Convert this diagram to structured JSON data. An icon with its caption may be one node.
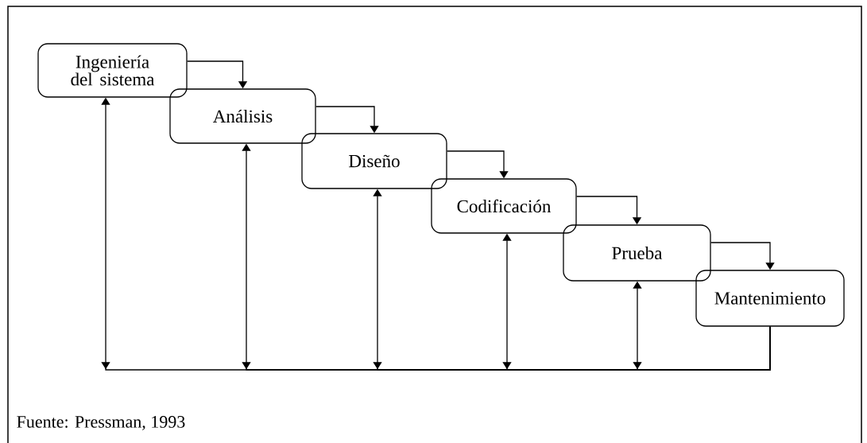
{
  "diagram": {
    "caption": "Fuente: Pressman, 1993",
    "nodes": [
      {
        "text": [
          "Ingeniería del sistema"
        ]
      },
      {
        "text": [
          "Análisis"
        ]
      },
      {
        "text": [
          "Diseño"
        ]
      },
      {
        "text": [
          "Codificación"
        ]
      },
      {
        "text": [
          "Prueba"
        ]
      },
      {
        "text": [
          "Mantenimiento"
        ]
      }
    ],
    "edges": [
      {
        "from": 0,
        "to": 1,
        "arrow": "to"
      },
      {
        "from": 1,
        "to": 2,
        "arrow": "to"
      },
      {
        "from": 2,
        "to": 3,
        "arrow": "to"
      },
      {
        "from": 3,
        "to": 4,
        "arrow": "to"
      },
      {
        "from": 4,
        "to": 5,
        "arrow": "to"
      },
      {
        "from": 5,
        "to": 0,
        "arrow": "to"
      },
      {
        "from": 5,
        "to": 1,
        "arrow": "to"
      },
      {
        "from": 5,
        "to": 2,
        "arrow": "to"
      },
      {
        "from": 5,
        "to": 3,
        "arrow": "to"
      },
      {
        "from": 5,
        "to": 4,
        "arrow": "to"
      }
    ]
  }
}
